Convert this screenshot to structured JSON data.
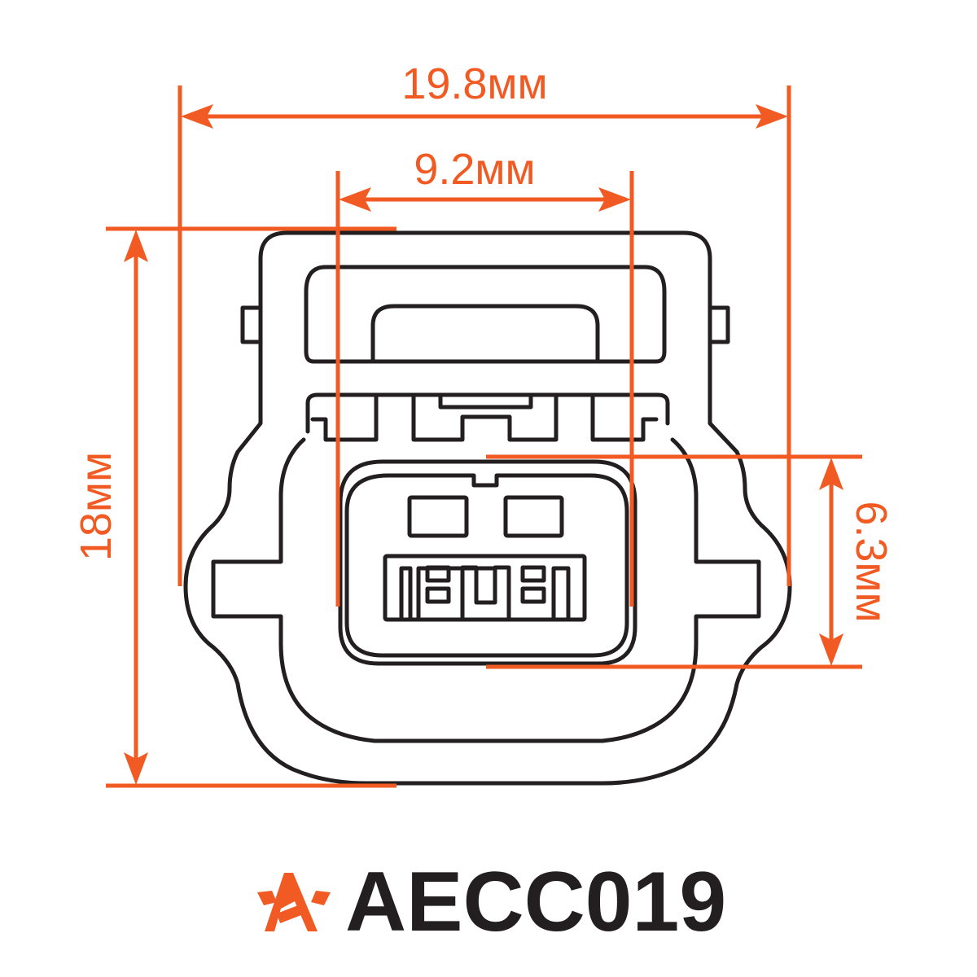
{
  "diagram": {
    "type": "connector-dimension-drawing",
    "part_code": "AECC019",
    "colors": {
      "outline": "#231f20",
      "dimension": "#f15a22",
      "background": "#ffffff"
    },
    "dimensions": {
      "overall_width": {
        "label": "19.8мм",
        "value": 19.8,
        "unit": "мм"
      },
      "inner_width": {
        "label": "9.2мм",
        "value": 9.2,
        "unit": "мм"
      },
      "overall_height": {
        "label": "18мм",
        "value": 18,
        "unit": "мм"
      },
      "socket_height": {
        "label": "6.3мм",
        "value": 6.3,
        "unit": "мм"
      }
    },
    "logo": {
      "icon": "star-a-logo-icon"
    },
    "pins": {
      "count": 2
    }
  }
}
